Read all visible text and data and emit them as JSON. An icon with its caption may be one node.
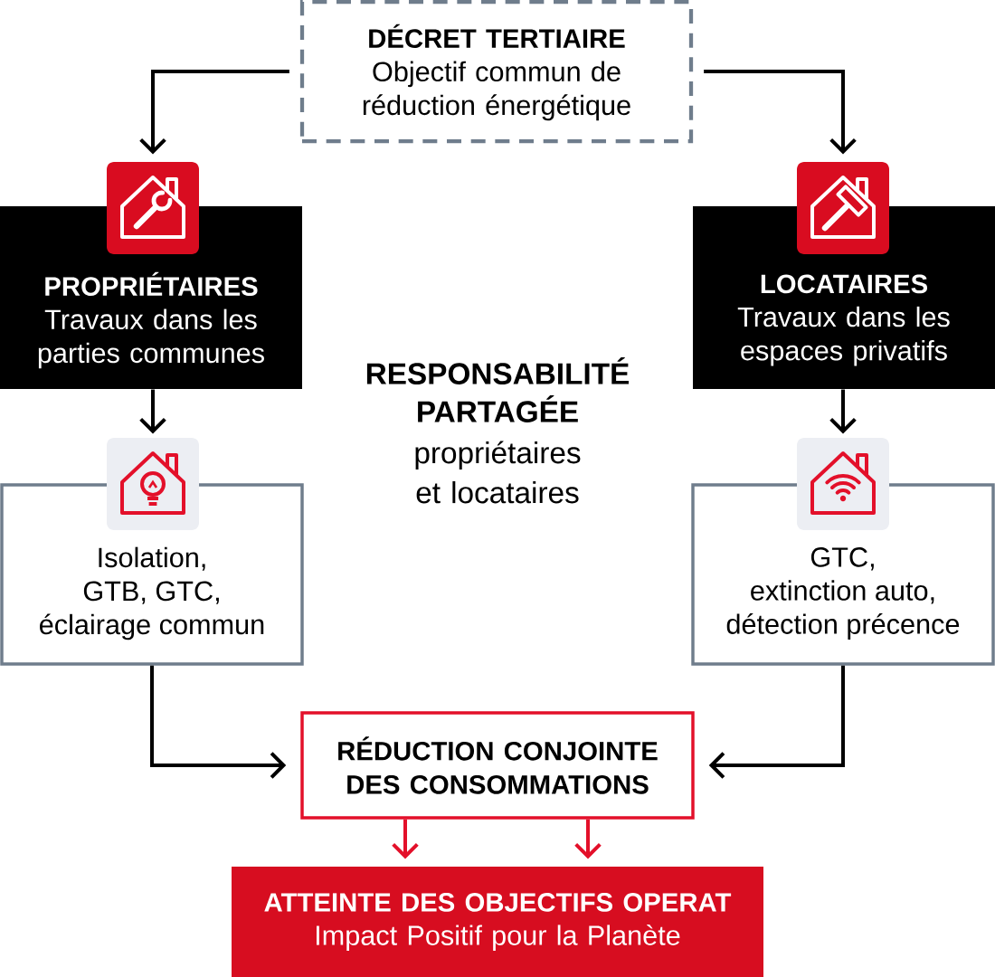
{
  "diagram": {
    "nodes": [
      {
        "text": [
          "DÉCRET TERTIAIRE",
          "Objectif commun de réduction énergétique"
        ]
      },
      {
        "text": [],
        "shape": "picture"
      },
      {
        "text": [
          "PROPRIÉTAIRES",
          "Travaux dans les parties communes"
        ]
      },
      {
        "text": [],
        "shape": "picture"
      },
      {
        "text": [
          "LOCATAIRES",
          "Travaux dans les espaces privatifs"
        ]
      },
      {
        "text": [],
        "shape": "picture"
      },
      {
        "text": [
          "Isolation, GTB, GTC, éclairage commun"
        ]
      },
      {
        "text": [],
        "shape": "picture"
      },
      {
        "text": [
          "GTC, extinction auto, détection précence"
        ]
      },
      {
        "text": [
          "RÉDUCTION CONJOINTE DES CONSOMMATIONS"
        ]
      },
      {
        "text": [
          "ATTEINTE DES OBJECTIFS OPERAT",
          "Impact Positif pour la Planète"
        ]
      }
    ],
    "edges": [
      {
        "from": 0,
        "to": 1,
        "arrow": "to"
      },
      {
        "from": 0,
        "to": 3,
        "arrow": "to"
      },
      {
        "from": 2,
        "to": 5,
        "arrow": "to"
      },
      {
        "from": 4,
        "to": 7,
        "arrow": "to"
      },
      {
        "from": 6,
        "to": 9,
        "arrow": "to"
      },
      {
        "from": 8,
        "to": 9,
        "arrow": "to"
      },
      {
        "from": 9,
        "to": 10,
        "arrow": "to",
        "color": "#e3102a"
      },
      {
        "from": 9,
        "to": 10,
        "arrow": "to",
        "color": "#e3102a"
      }
    ],
    "labels": [
      "RESPONSABILITÉ PARTAGÉE",
      "propriétaires et locataires"
    ]
  }
}
